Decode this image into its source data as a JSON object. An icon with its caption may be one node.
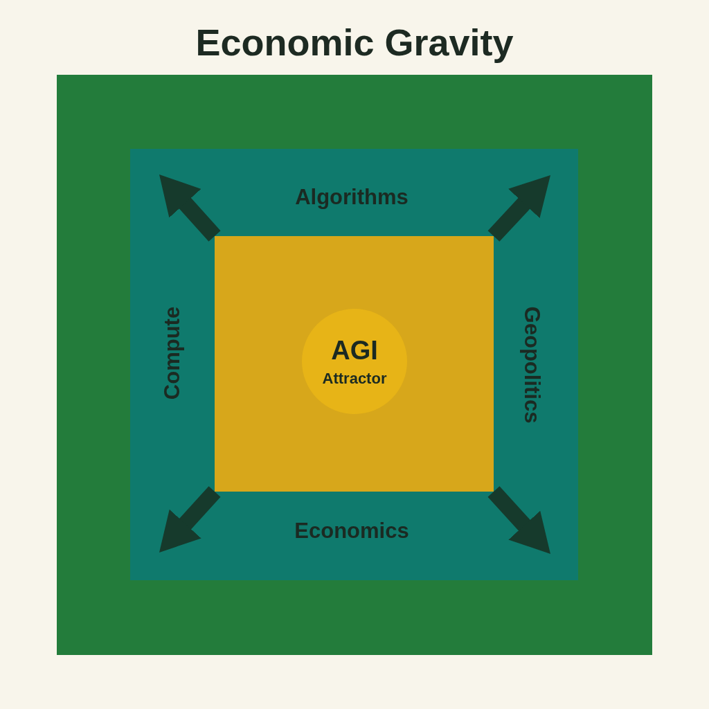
{
  "diagram": {
    "title": "Economic Gravity",
    "nodes": [
      {
        "text": [],
        "shape": "box"
      },
      {
        "text": [
          "Algorithms",
          "Compute",
          "Geopolitics",
          "Economics"
        ],
        "in": 0
      },
      {
        "text": [],
        "shape": "box",
        "in": 1
      },
      {
        "text": [
          "AGI",
          "Attractor"
        ],
        "in": 2
      }
    ],
    "edges": [
      {
        "from": 2,
        "to": null,
        "arrow": "to"
      },
      {
        "from": 2,
        "to": null,
        "arrow": "to"
      },
      {
        "from": 2,
        "to": null,
        "arrow": "to"
      },
      {
        "from": 2,
        "to": null,
        "arrow": "to"
      }
    ]
  }
}
